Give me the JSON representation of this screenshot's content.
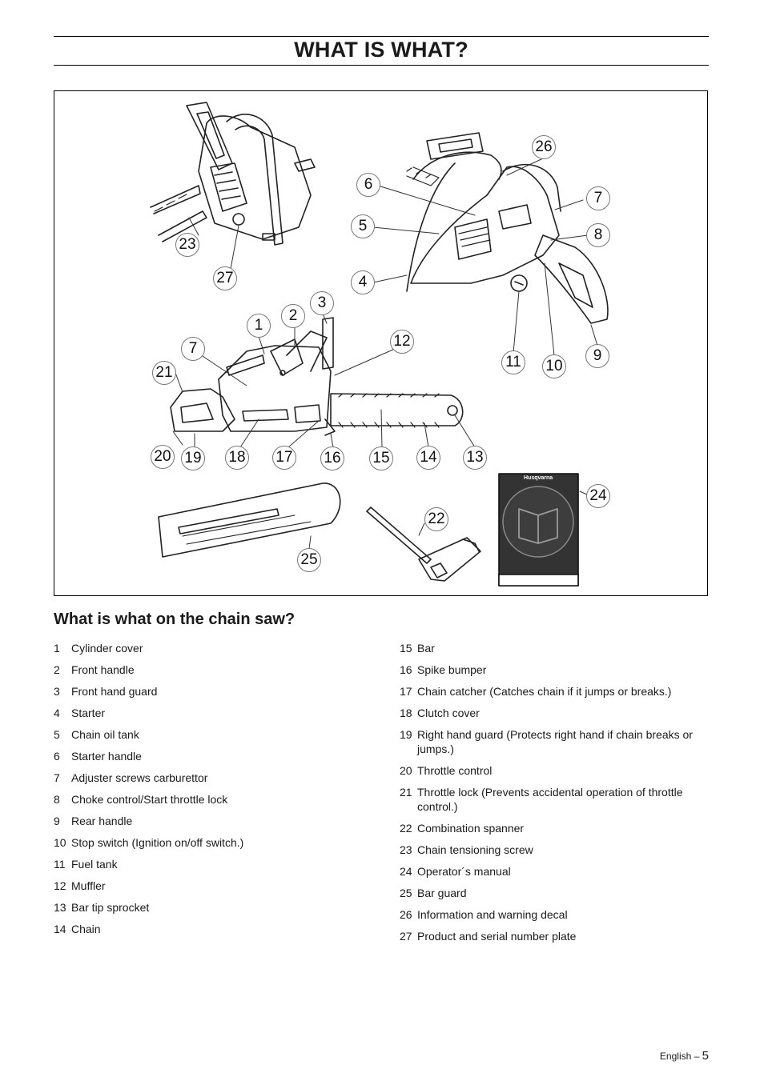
{
  "page_title": "WHAT IS WHAT?",
  "section_title": "What is what on the chain saw?",
  "manual_brand": "Husqvarna",
  "figure_callouts": [
    "26",
    "6",
    "7",
    "5",
    "8",
    "23",
    "27",
    "4",
    "3",
    "2",
    "1",
    "12",
    "7",
    "11",
    "10",
    "9",
    "21",
    "20",
    "19",
    "18",
    "17",
    "16",
    "15",
    "14",
    "13",
    "24",
    "22",
    "25"
  ],
  "parts_left": [
    {
      "num": "1",
      "label": "Cylinder cover"
    },
    {
      "num": "2",
      "label": "Front handle"
    },
    {
      "num": "3",
      "label": "Front hand guard"
    },
    {
      "num": "4",
      "label": "Starter"
    },
    {
      "num": "5",
      "label": "Chain oil tank"
    },
    {
      "num": "6",
      "label": "Starter handle"
    },
    {
      "num": "7",
      "label": "Adjuster screws carburettor"
    },
    {
      "num": "8",
      "label": "Choke control/Start throttle lock"
    },
    {
      "num": "9",
      "label": "Rear handle"
    },
    {
      "num": "10",
      "label": "Stop switch (Ignition on/off switch.)"
    },
    {
      "num": "11",
      "label": "Fuel tank"
    },
    {
      "num": "12",
      "label": "Muffler"
    },
    {
      "num": "13",
      "label": "Bar tip sprocket"
    },
    {
      "num": "14",
      "label": "Chain"
    }
  ],
  "parts_right": [
    {
      "num": "15",
      "label": "Bar"
    },
    {
      "num": "16",
      "label": "Spike bumper"
    },
    {
      "num": "17",
      "label": "Chain catcher (Catches chain if it jumps or breaks.)"
    },
    {
      "num": "18",
      "label": "Clutch cover"
    },
    {
      "num": "19",
      "label": "Right hand guard (Protects right hand if chain breaks or jumps.)"
    },
    {
      "num": "20",
      "label": "Throttle control"
    },
    {
      "num": "21",
      "label": "Throttle lock (Prevents accidental operation of throttle control.)"
    },
    {
      "num": "22",
      "label": "Combination spanner"
    },
    {
      "num": "23",
      "label": "Chain tensioning screw"
    },
    {
      "num": "24",
      "label": "Operator´s manual"
    },
    {
      "num": "25",
      "label": "Bar guard"
    },
    {
      "num": "26",
      "label": "Information and warning decal"
    },
    {
      "num": "27",
      "label": "Product and serial number plate"
    }
  ],
  "footer": {
    "language": "English",
    "dash": "–",
    "page": "5"
  }
}
